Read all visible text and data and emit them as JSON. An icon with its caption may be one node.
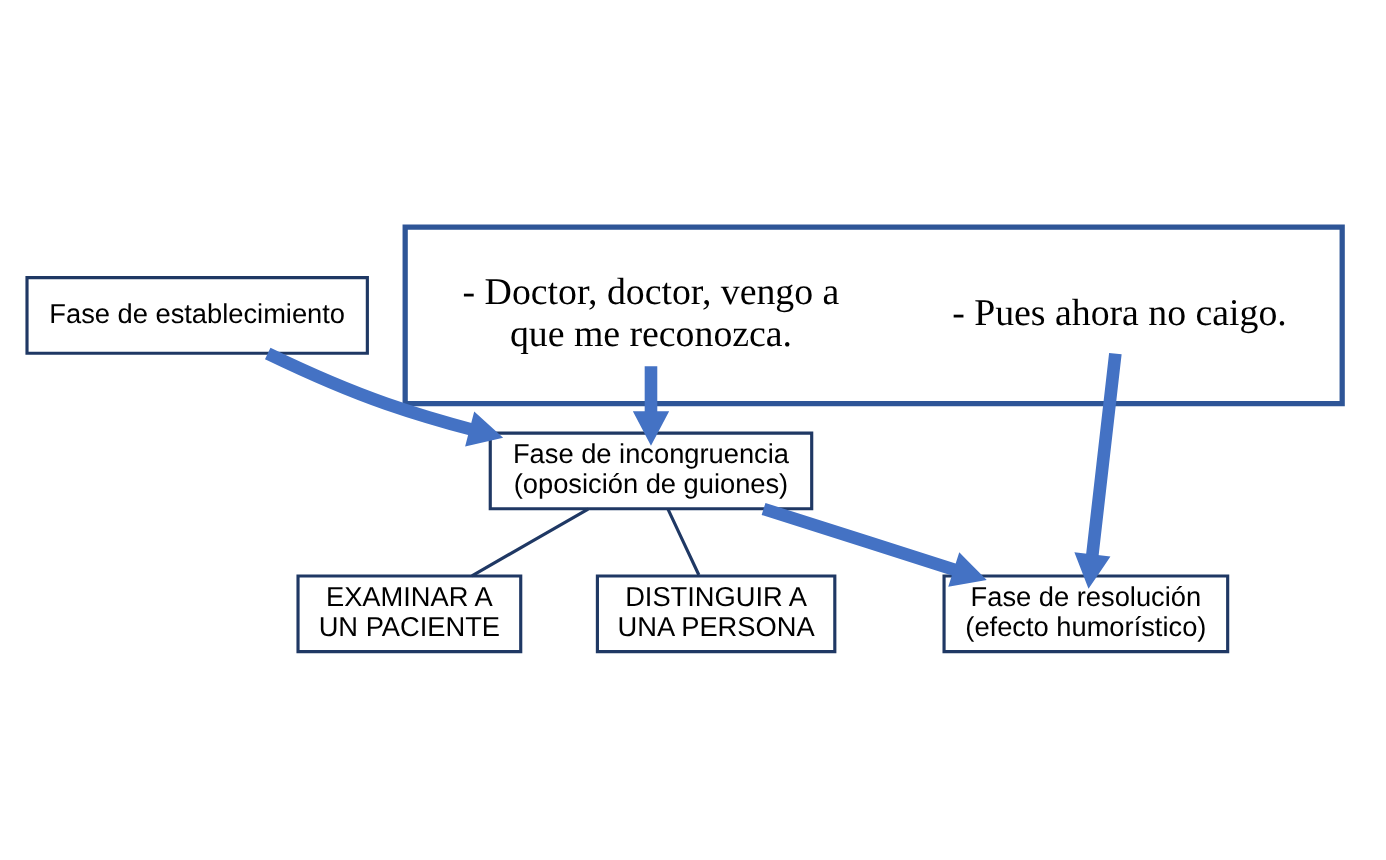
{
  "diagram": {
    "nodes": [
      {
        "text": [],
        "shape": "box"
      },
      {
        "text": [
          "- Doctor, doctor, vengo a que me reconozca."
        ],
        "in": 0
      },
      {
        "text": [
          "- Pues ahora no caigo."
        ],
        "in": 0
      },
      {
        "text": [
          "Fase de establecimiento"
        ]
      },
      {
        "text": [
          "Fase de incongruencia (oposición de guiones)"
        ]
      },
      {
        "text": [
          "EXAMINAR A UN PACIENTE"
        ]
      },
      {
        "text": [
          "DISTINGUIR A UNA PERSONA"
        ]
      },
      {
        "text": [
          "Fase de resolución (efecto humorístico)"
        ]
      }
    ],
    "edges": [
      {
        "from": 3,
        "to": 4,
        "arrow": "to"
      },
      {
        "from": 1,
        "to": 4,
        "arrow": "to"
      },
      {
        "from": 4,
        "to": 5,
        "arrow": "none",
        "color": "#1f3864"
      },
      {
        "from": 4,
        "to": 6,
        "arrow": "none",
        "color": "#1f3864"
      },
      {
        "from": 4,
        "to": 7,
        "arrow": "to"
      },
      {
        "from": 2,
        "to": 7,
        "arrow": "to"
      }
    ]
  }
}
